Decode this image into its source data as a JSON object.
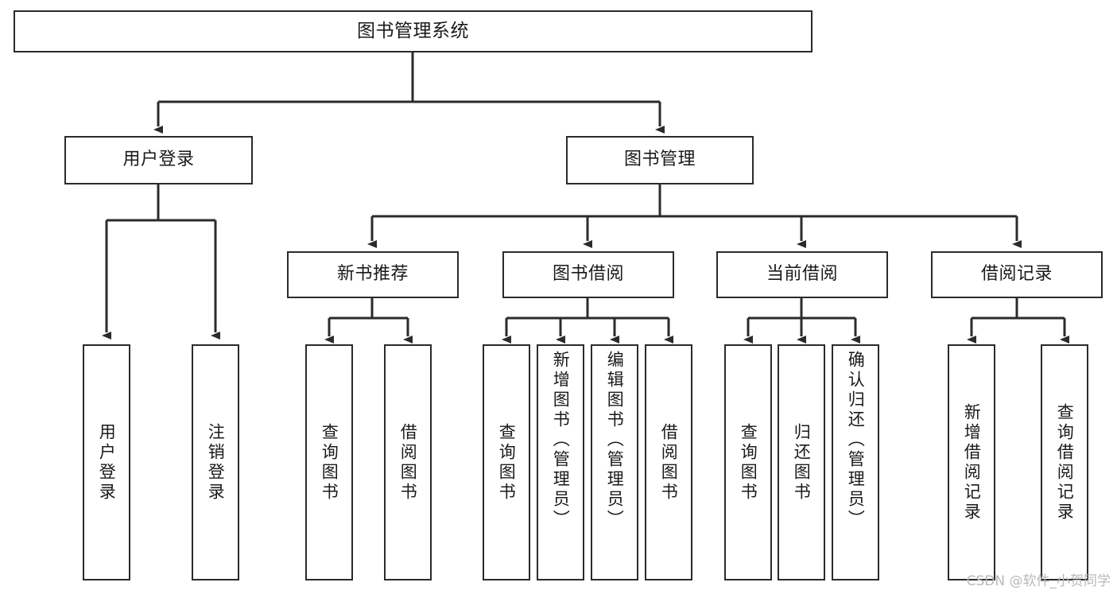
{
  "diagram": {
    "title": "图书管理系统",
    "type": "tree-hierarchy-chart",
    "colors": {
      "background": "#ffffff",
      "box_border": "#2b2b2b",
      "box_fill": "#ffffff",
      "edge": "#2b2b2b",
      "text": "#1a1a1a",
      "watermark": "#b9b9b9"
    },
    "root": {
      "label": "图书管理系统"
    },
    "level2": [
      {
        "id": "user-login",
        "label": "用户登录"
      },
      {
        "id": "book-management",
        "label": "图书管理"
      }
    ],
    "level3": [
      {
        "id": "new-book-recommend",
        "label": "新书推荐"
      },
      {
        "id": "book-borrow",
        "label": "图书借阅"
      },
      {
        "id": "current-borrow",
        "label": "当前借阅"
      },
      {
        "id": "borrow-record",
        "label": "借阅记录"
      }
    ],
    "leaves": {
      "user_login": [
        {
          "id": "leaf-user-login",
          "label": "用户登录"
        },
        {
          "id": "leaf-logout-login",
          "label": "注销登录"
        }
      ],
      "new_book_recommend": [
        {
          "id": "leaf-query-book-1",
          "label": "查询图书"
        },
        {
          "id": "leaf-borrow-book-1",
          "label": "借阅图书"
        }
      ],
      "book_borrow": [
        {
          "id": "leaf-query-book-2",
          "label": "查询图书"
        },
        {
          "id": "leaf-add-book",
          "label": "新增图书（管理员）"
        },
        {
          "id": "leaf-edit-book",
          "label": "编辑图书（管理员）"
        },
        {
          "id": "leaf-borrow-book-2",
          "label": "借阅图书"
        }
      ],
      "current_borrow": [
        {
          "id": "leaf-query-book-3",
          "label": "查询图书"
        },
        {
          "id": "leaf-return-book",
          "label": "归还图书"
        },
        {
          "id": "leaf-confirm-return",
          "label": "确认归还（管理员）"
        }
      ],
      "borrow_record": [
        {
          "id": "leaf-add-record",
          "label": "新增借阅记录"
        },
        {
          "id": "leaf-query-record",
          "label": "查询借阅记录"
        }
      ]
    },
    "watermark": "CSDN @软件_小贺同学"
  },
  "chart_data": {
    "type": "table",
    "title": "图书管理系统",
    "nodes": [
      {
        "level": 1,
        "label": "图书管理系统",
        "children": [
          "用户登录",
          "图书管理"
        ]
      },
      {
        "level": 2,
        "label": "用户登录",
        "children": [
          "用户登录",
          "注销登录"
        ]
      },
      {
        "level": 2,
        "label": "图书管理",
        "children": [
          "新书推荐",
          "图书借阅",
          "当前借阅",
          "借阅记录"
        ]
      },
      {
        "level": 3,
        "label": "新书推荐",
        "children": [
          "查询图书",
          "借阅图书"
        ]
      },
      {
        "level": 3,
        "label": "图书借阅",
        "children": [
          "查询图书",
          "新增图书（管理员）",
          "编辑图书（管理员）",
          "借阅图书"
        ]
      },
      {
        "level": 3,
        "label": "当前借阅",
        "children": [
          "查询图书",
          "归还图书",
          "确认归还（管理员）"
        ]
      },
      {
        "level": 3,
        "label": "借阅记录",
        "children": [
          "新增借阅记录",
          "查询借阅记录"
        ]
      }
    ]
  }
}
